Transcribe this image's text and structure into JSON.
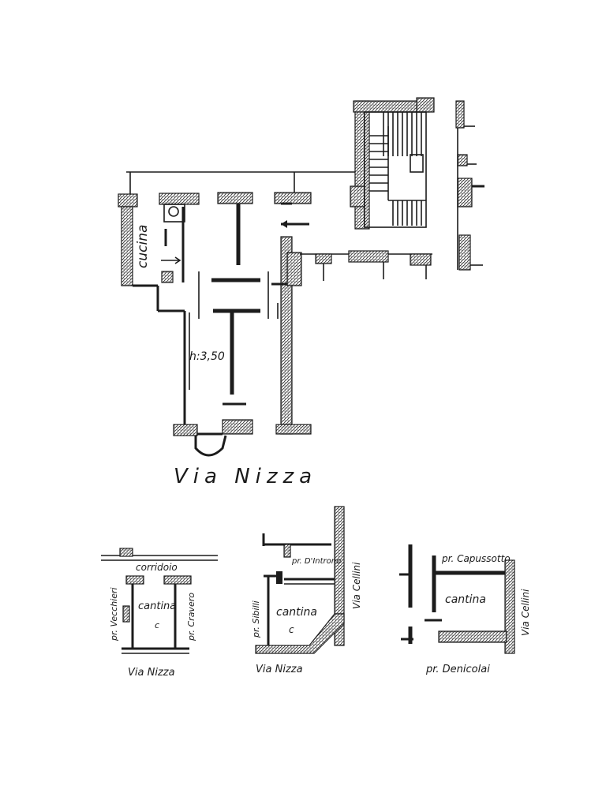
{
  "main_plan": {
    "kitchen_label": "cucina",
    "height_label": "h:3,50",
    "street_label": "Via Nizza"
  },
  "cellar_plans": [
    {
      "corridor_label": "corridoio",
      "room_label": "cantina",
      "left_neighbor": "pr. Vecchieri",
      "right_neighbor": "pr. Cravero",
      "street_label": "Via Nizza"
    },
    {
      "top_neighbor": "pr. D'Introno",
      "room_label": "cantina",
      "left_neighbor": "pr. Sibilli",
      "side_street_label": "Via Cellini",
      "street_label": "Via Nizza"
    },
    {
      "top_neighbor": "pr. Capussotto",
      "room_label": "cantina",
      "bottom_neighbor": "pr. Denicolai",
      "side_street_label": "Via Cellini"
    }
  ]
}
